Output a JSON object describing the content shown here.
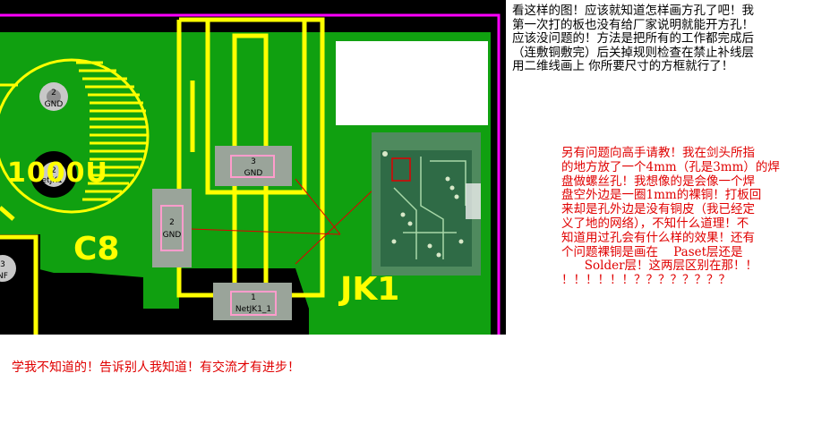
{
  "pcb": {
    "component_labels": {
      "cap": "1000U",
      "c8": "C8",
      "jk1": "JK1"
    },
    "pads": [
      {
        "num": "2",
        "net": "GND"
      },
      {
        "num": "2",
        "net": "NetJK1_1"
      },
      {
        "num": "3",
        "net": "GND"
      },
      {
        "num": "2",
        "net": "GND"
      },
      {
        "num": "1",
        "net": "NetJK1_1"
      },
      {
        "num": "3",
        "net": "NF"
      }
    ],
    "colors": {
      "board_green": "#10a010",
      "dark_green": "#0b6b0b",
      "silkscreen": "#ffff00",
      "outline": "#ff00ff",
      "pad_pink": "#ff9ccc",
      "annotation_red": "#e00000"
    },
    "photo": "board-photo"
  },
  "note_black": {
    "lines": [
      "看这样的图！应该就知道怎样画方孔了吧！我",
      "第一次打的板也没有给厂家说明就能开方孔！",
      "应该没问题的！方法是把所有的工作都完成后",
      "（连敷铜敷完）后关掉规则检查在禁止补线层",
      "用二维线画上 你所要尺寸的方框就行了！"
    ]
  },
  "note_red": {
    "lines": [
      "另有问题向高手请教！我在剑头所指",
      "的地方放了一个4mm（孔是3mm）的焊",
      "盘做螺丝孔！我想像的是会像一个焊",
      "盘空外边是一圈1mm的裸铜！打板回",
      "来却是孔外边是没有铜皮（我已经定",
      "义了地的网络），不知什么道理！不",
      "知道用过孔会有什么样的效果！还有",
      "个问题裸铜是画在    Paset层还是",
      "      Solder层！这两层区别在那！！",
      "！！！！！！？？？？？？？？"
    ]
  },
  "footer": "学我不知道的！告诉别人我知道！有交流才有进步！"
}
